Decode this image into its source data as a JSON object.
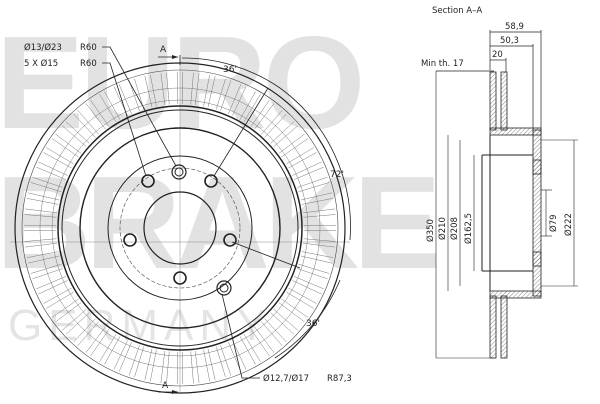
{
  "watermark": {
    "brand_line1": "EURO",
    "brand_line2": "BRAKE",
    "country": "GERMANY"
  },
  "front_view": {
    "labels": {
      "hole_spec_1": "Ø13/Ø23",
      "hole_spec_2": "5 X Ø15",
      "radius_1": "R60",
      "radius_2": "R60",
      "angle_top": "36'",
      "angle_right": "72'",
      "angle_bottom": "36'",
      "bottom_hole_spec": "Ø12,7/Ø17",
      "bottom_radius": "R87,3",
      "section_mark_top": "A",
      "section_mark_bottom": "A"
    }
  },
  "section_view": {
    "title": "Section A–A",
    "min_thickness": "Min th. 17",
    "dims": {
      "width_total": "58,9",
      "width_hat": "50,3",
      "width_disc": "20",
      "d_outer": "Ø350",
      "d_210": "Ø210",
      "d_208": "Ø208",
      "d_162": "Ø162,5",
      "d_79": "Ø79",
      "d_222": "Ø222"
    }
  }
}
